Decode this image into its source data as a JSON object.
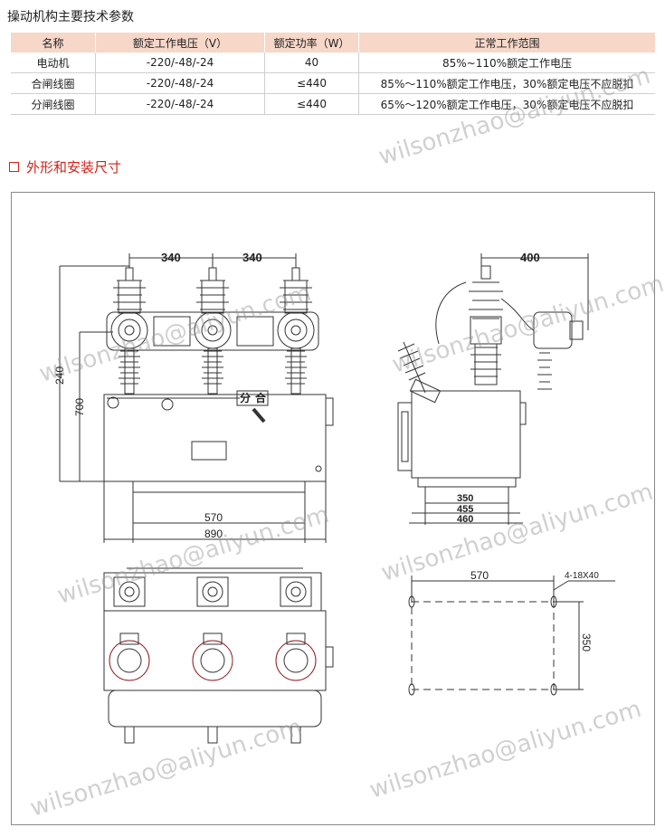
{
  "page_title": "操动机构主要技术参数",
  "table": {
    "headers": [
      "名称",
      "额定工作电压（V）",
      "额定功率（W）",
      "正常工作范围"
    ],
    "rows": [
      [
        "电动机",
        "-220/-48/-24",
        "40",
        "85%~110%额定工作电压"
      ],
      [
        "合闸线圈",
        "-220/-48/-24",
        "≤440",
        "85%～110%额定工作电压，30%额定电压不应脱扣"
      ],
      [
        "分闸线圈",
        "-220/-48/-24",
        "≤440",
        "65%～120%额定工作电压，30%额定电压不应脱扣"
      ]
    ]
  },
  "section_title": "外形和安装尺寸",
  "watermark": "wilsonzhao@aliyun.com",
  "drawing": {
    "front": {
      "dim_a": "340",
      "dim_b": "340",
      "dim_v1": "240",
      "dim_v2": "700",
      "dim_w1": "570",
      "dim_w2": "890",
      "label_fen": "分",
      "label_he": "合"
    },
    "side": {
      "dim_top": "400",
      "dim_b1": "350",
      "dim_b2": "455",
      "dim_b3": "460"
    },
    "mount": {
      "dim_w": "570",
      "holes": "4-18X40",
      "dim_h": "350"
    }
  }
}
